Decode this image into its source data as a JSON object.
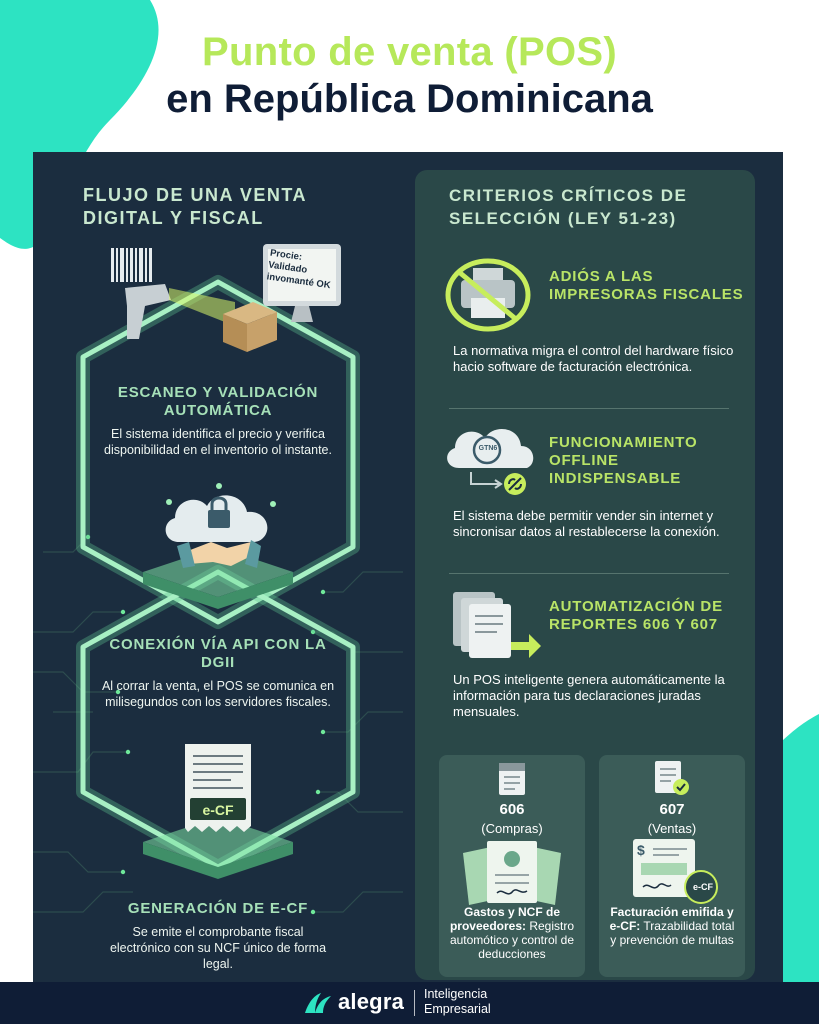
{
  "header": {
    "title_line1": "Punto de venta (POS)",
    "title_line2": "en República Dominicana"
  },
  "left": {
    "heading": "FLUJO DE UNA VENTA DIGITAL Y FISCAL",
    "monitor_text": "Procie: Validado invomanté OK",
    "steps": [
      {
        "title": "ESCANEO Y VALIDACIÓN AUTOMÁTICA",
        "desc": "El sistema identifica el precio y verifica disponibilidad en el inventorio ol instante."
      },
      {
        "title": "CONEXIÓN VÍA API CON LA DGII",
        "desc": "Al corrar la venta, el POS se comunica en milisegundos con los servidores fiscales."
      },
      {
        "title": "GENERACIÓN DE E-CF",
        "desc": "Se emite el comprobante fiscal electrónico con su NCF único de forma legal."
      }
    ],
    "ecf_label": "e-CF"
  },
  "right": {
    "heading": "CRITERIOS CRÍTICOS DE SELECCIÓN (LEY 51-23)",
    "criteria": [
      {
        "title": "ADIÓS A LAS IMPRESORAS FISCALES",
        "desc": "La normativa migra el control del hardware físico hacio software de facturación electrónica.",
        "icon": "no-printer-icon"
      },
      {
        "title": "FUNCIONAMIENTO OFFLINE INDISPENSABLE",
        "desc": "El sistema debe permitir vender sin internet y sincronisar datos al restablecerse la conexión.",
        "icon": "cloud-sync-icon",
        "cloud_text": "GTN6"
      },
      {
        "title": "AUTOMATIZACIÓN DE REPORTES 606 Y 607",
        "desc": "Un POS inteligente genera automáticamente la información para tus declaraciones juradas mensuales.",
        "icon": "documents-icon"
      }
    ],
    "cards": [
      {
        "number": "606",
        "label": "(Compras)",
        "desc_strong": "Gastos y NCF de proveedores:",
        "desc": "Registro automótico y control de deducciones"
      },
      {
        "number": "607",
        "label": "(Ventas)",
        "desc_strong": "Facturación emifida y e-CF:",
        "desc": "Trazabilidad total y prevención de multas"
      }
    ],
    "ecf_badge": "e-CF"
  },
  "footer": {
    "brand": "alegra",
    "tagline_line1": "Inteligencia",
    "tagline_line2": "Empresarial"
  },
  "colors": {
    "title_accent": "#b6e85a",
    "title_dark": "#0f1d36",
    "poster_bg": "#1b2d3f",
    "panel_bg": "#2a4848",
    "criteria_title": "#b9e467",
    "glow": "#9ff0b8",
    "blob": "#2de3c2",
    "footer_bg": "#0f1d36"
  }
}
